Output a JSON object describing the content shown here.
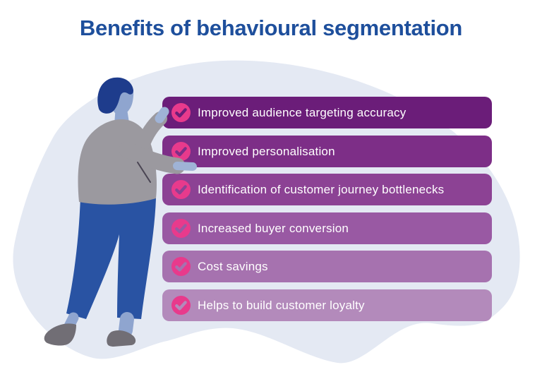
{
  "title": {
    "text": "Benefits of behavioural segmentation",
    "color": "#1e4f9c"
  },
  "benefits": [
    {
      "label": "Improved audience targeting accuracy",
      "color": "#6b1d79"
    },
    {
      "label": "Improved personalisation",
      "color": "#7d2e87"
    },
    {
      "label": "Identification of customer journey bottlenecks",
      "color": "#8c4294"
    },
    {
      "label": "Increased buyer conversion",
      "color": "#9959a3"
    },
    {
      "label": "Cost savings",
      "color": "#a672af"
    },
    {
      "label": "Helps to build customer loyalty",
      "color": "#b38abb"
    }
  ],
  "icons": {
    "check": {
      "name": "check-icon",
      "circle_color": "#e83a8c",
      "checkmark_style": "cutout-of-row-color"
    }
  },
  "background": {
    "page_color": "#ffffff",
    "blob_color": "#e4e9f3"
  },
  "illustration": {
    "description": "person presenting the checklist",
    "hair_color": "#1e3c8c",
    "skin_color": "#8fa5cf",
    "hand_color": "#9fb3d6",
    "sweater_color": "#9b999f",
    "detail_line_color": "#4a4553",
    "pants_color": "#2953a3",
    "shoe_color": "#716e75"
  }
}
